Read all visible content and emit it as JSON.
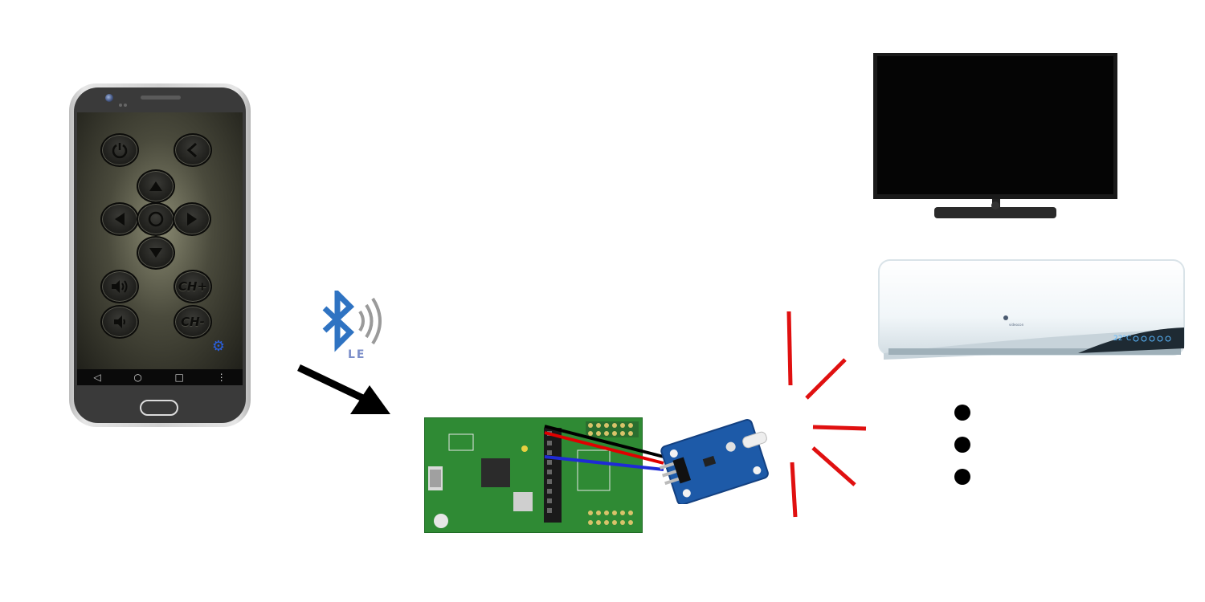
{
  "phone": {
    "remote_buttons": {
      "ch_plus": "CH+",
      "ch_minus": "CH-"
    },
    "nav_icons": [
      "back-triangle",
      "home-circle",
      "recent-square",
      "menu-dots"
    ]
  },
  "bluetooth": {
    "label": "LE"
  },
  "colors": {
    "wire_black": "#000000",
    "wire_red": "#e00000",
    "wire_blue": "#1e2bd6",
    "board_green": "#2f8a34",
    "ir_module_blue": "#1d5aa8",
    "ray_red": "#e01010",
    "bluetooth_blue": "#2f73c2",
    "gear_blue": "#2a5fe0"
  },
  "appliances": {
    "devices": [
      "tv",
      "air-conditioner"
    ],
    "ac_display": "22°C"
  }
}
